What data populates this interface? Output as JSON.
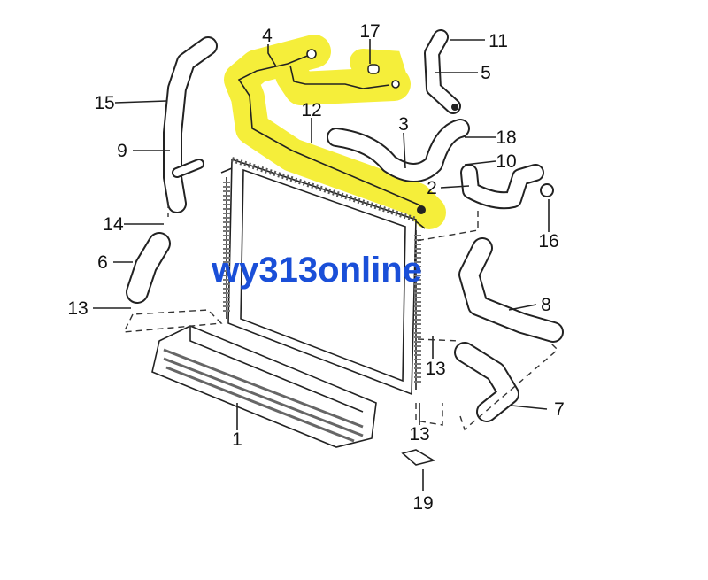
{
  "watermark": {
    "text": "wy313online",
    "color": "#1a4fd8"
  },
  "highlight_color": "#f5ee3a",
  "callouts": [
    {
      "id": "4",
      "label": "4"
    },
    {
      "id": "17",
      "label": "17"
    },
    {
      "id": "11",
      "label": "11"
    },
    {
      "id": "5",
      "label": "5"
    },
    {
      "id": "12",
      "label": "12"
    },
    {
      "id": "3",
      "label": "3"
    },
    {
      "id": "18",
      "label": "18"
    },
    {
      "id": "10",
      "label": "10"
    },
    {
      "id": "2",
      "label": "2"
    },
    {
      "id": "16",
      "label": "16"
    },
    {
      "id": "15",
      "label": "15"
    },
    {
      "id": "9",
      "label": "9"
    },
    {
      "id": "14",
      "label": "14"
    },
    {
      "id": "6",
      "label": "6"
    },
    {
      "id": "13a",
      "label": "13"
    },
    {
      "id": "8",
      "label": "8"
    },
    {
      "id": "13b",
      "label": "13"
    },
    {
      "id": "7",
      "label": "7"
    },
    {
      "id": "1",
      "label": "1"
    },
    {
      "id": "13c",
      "label": "13"
    },
    {
      "id": "19",
      "label": "19"
    }
  ]
}
